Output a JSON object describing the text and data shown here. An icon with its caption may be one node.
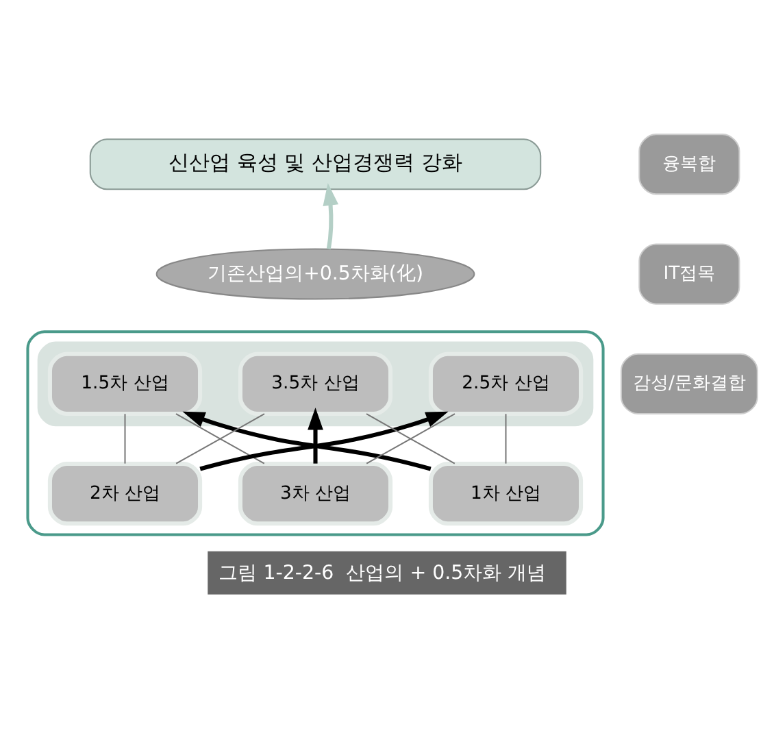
{
  "diagram": {
    "caption": "그림 1-2-2-6  산업의 + 0.5차화 개념",
    "nodes": [
      {
        "text": [
          "신산업 육성 및 산업경쟁력 강화"
        ]
      },
      {
        "text": [
          "기존산업의+0.5차화(化)"
        ]
      },
      {
        "text": [],
        "shape": "box"
      },
      {
        "text": [],
        "shape": "box",
        "in": 2
      },
      {
        "text": [
          "1.5차 산업"
        ],
        "in": 3
      },
      {
        "text": [
          "2.5차 산업"
        ],
        "in": 3
      },
      {
        "text": [
          "3.5차 산업"
        ],
        "in": 3
      },
      {
        "text": [
          "1차 산업"
        ],
        "in": 2
      },
      {
        "text": [
          "2차 산업"
        ],
        "in": 2
      },
      {
        "text": [
          "3차 산업"
        ],
        "in": 2
      },
      {
        "text": [
          "융복합"
        ]
      },
      {
        "text": [
          "IT접목"
        ]
      },
      {
        "text": [
          "감성/문화결합"
        ]
      }
    ],
    "edges": [
      {
        "from": 1,
        "to": 0,
        "arrow": "to",
        "style": "thick",
        "color": "#b4cfc6"
      },
      {
        "from": 7,
        "to": 4,
        "arrow": "to",
        "style": "thick",
        "color": "#000000"
      },
      {
        "from": 8,
        "to": 5,
        "arrow": "to",
        "style": "thick",
        "color": "#000000"
      },
      {
        "from": 9,
        "to": 6,
        "arrow": "to",
        "style": "thick",
        "color": "#000000"
      },
      {
        "from": 7,
        "to": 5,
        "arrow": "none"
      },
      {
        "from": 7,
        "to": 6,
        "arrow": "none"
      },
      {
        "from": 8,
        "to": 4,
        "arrow": "none"
      },
      {
        "from": 8,
        "to": 6,
        "arrow": "none"
      },
      {
        "from": 9,
        "to": 4,
        "arrow": "none"
      },
      {
        "from": 9,
        "to": 5,
        "arrow": "none"
      }
    ]
  }
}
